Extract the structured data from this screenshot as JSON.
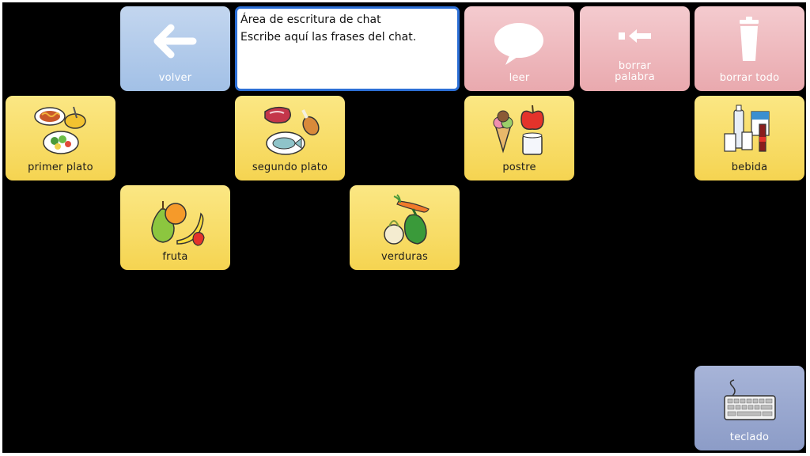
{
  "toolbar": {
    "back_label": "volver",
    "speak_label": "leer",
    "delete_word_label": "borrar\npalabra",
    "clear_all_label": "borrar todo"
  },
  "chat": {
    "line1": "Área de escritura de chat",
    "line2": "Escribe aquí las frases del chat."
  },
  "cells": {
    "first_course": "primer plato",
    "second_course": "segundo plato",
    "dessert": "postre",
    "drink": "bebida",
    "fruit": "fruta",
    "vegetables": "verduras",
    "keyboard": "teclado"
  },
  "icons": {
    "back": "arrow-left-icon",
    "speak": "speech-bubble-icon",
    "delete_word": "backspace-arrow-icon",
    "clear_all": "trash-can-icon",
    "keyboard": "keyboard-icon"
  },
  "colors": {
    "board_bg": "#000000",
    "food_cell": "#f5d451",
    "nav_cell": "#a2c0e6",
    "action_cell": "#e9a9ae",
    "keyboard_cell": "#8c9cc7",
    "chat_border": "#2c6fd6"
  }
}
